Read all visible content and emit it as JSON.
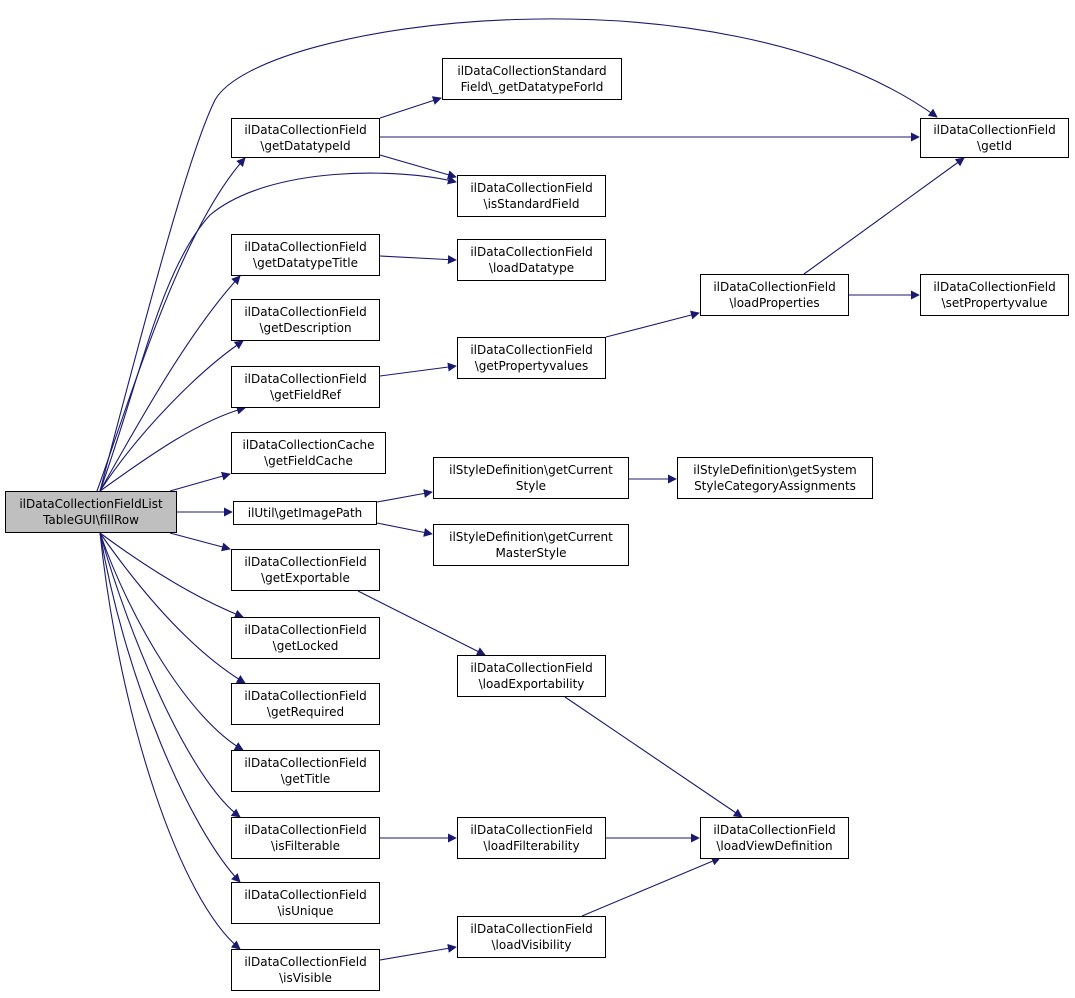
{
  "graph": {
    "edge_color": "#191970",
    "root_fill": "#bfbfbf",
    "nodes": [
      {
        "id": "root",
        "lines": [
          "ilDataCollectionFieldList",
          "TableGUI\\fillRow"
        ]
      },
      {
        "id": "getDatatypeId",
        "lines": [
          "ilDataCollectionField",
          "\\getDatatypeId"
        ]
      },
      {
        "id": "getDatatypeForId",
        "lines": [
          "ilDataCollectionStandard",
          "Field\\_getDatatypeForId"
        ]
      },
      {
        "id": "getId",
        "lines": [
          "ilDataCollectionField",
          "\\getId"
        ]
      },
      {
        "id": "isStandardField",
        "lines": [
          "ilDataCollectionField",
          "\\isStandardField"
        ]
      },
      {
        "id": "getDatatypeTitle",
        "lines": [
          "ilDataCollectionField",
          "\\getDatatypeTitle"
        ]
      },
      {
        "id": "loadDatatype",
        "lines": [
          "ilDataCollectionField",
          "\\loadDatatype"
        ]
      },
      {
        "id": "loadProperties",
        "lines": [
          "ilDataCollectionField",
          "\\loadProperties"
        ]
      },
      {
        "id": "setPropertyvalue",
        "lines": [
          "ilDataCollectionField",
          "\\setPropertyvalue"
        ]
      },
      {
        "id": "getDescription",
        "lines": [
          "ilDataCollectionField",
          "\\getDescription"
        ]
      },
      {
        "id": "getPropertyvalues",
        "lines": [
          "ilDataCollectionField",
          "\\getPropertyvalues"
        ]
      },
      {
        "id": "getFieldRef",
        "lines": [
          "ilDataCollectionField",
          "\\getFieldRef"
        ]
      },
      {
        "id": "getFieldCache",
        "lines": [
          "ilDataCollectionCache",
          "\\getFieldCache"
        ]
      },
      {
        "id": "getCurrentStyle",
        "lines": [
          "ilStyleDefinition\\getCurrent",
          "Style"
        ]
      },
      {
        "id": "getSystemStyle",
        "lines": [
          "ilStyleDefinition\\getSystem",
          "StyleCategoryAssignments"
        ]
      },
      {
        "id": "getImagePath",
        "lines": [
          "ilUtil\\getImagePath"
        ]
      },
      {
        "id": "getCurrentMasterStyle",
        "lines": [
          "ilStyleDefinition\\getCurrent",
          "MasterStyle"
        ]
      },
      {
        "id": "getExportable",
        "lines": [
          "ilDataCollectionField",
          "\\getExportable"
        ]
      },
      {
        "id": "getLocked",
        "lines": [
          "ilDataCollectionField",
          "\\getLocked"
        ]
      },
      {
        "id": "loadExportability",
        "lines": [
          "ilDataCollectionField",
          "\\loadExportability"
        ]
      },
      {
        "id": "getRequired",
        "lines": [
          "ilDataCollectionField",
          "\\getRequired"
        ]
      },
      {
        "id": "getTitle",
        "lines": [
          "ilDataCollectionField",
          "\\getTitle"
        ]
      },
      {
        "id": "isFilterable",
        "lines": [
          "ilDataCollectionField",
          "\\isFilterable"
        ]
      },
      {
        "id": "loadFilterability",
        "lines": [
          "ilDataCollectionField",
          "\\loadFilterability"
        ]
      },
      {
        "id": "loadViewDefinition",
        "lines": [
          "ilDataCollectionField",
          "\\loadViewDefinition"
        ]
      },
      {
        "id": "isUnique",
        "lines": [
          "ilDataCollectionField",
          "\\isUnique"
        ]
      },
      {
        "id": "loadVisibility",
        "lines": [
          "ilDataCollectionField",
          "\\loadVisibility"
        ]
      },
      {
        "id": "isVisible",
        "lines": [
          "ilDataCollectionField",
          "\\isVisible"
        ]
      }
    ],
    "edges": [
      {
        "from": "root",
        "to": "getId"
      },
      {
        "from": "root",
        "to": "getDatatypeId"
      },
      {
        "from": "root",
        "to": "isStandardField"
      },
      {
        "from": "root",
        "to": "getDatatypeTitle"
      },
      {
        "from": "root",
        "to": "getDescription"
      },
      {
        "from": "root",
        "to": "getFieldRef"
      },
      {
        "from": "root",
        "to": "getFieldCache"
      },
      {
        "from": "root",
        "to": "getImagePath"
      },
      {
        "from": "root",
        "to": "getExportable"
      },
      {
        "from": "root",
        "to": "getLocked"
      },
      {
        "from": "root",
        "to": "getRequired"
      },
      {
        "from": "root",
        "to": "getTitle"
      },
      {
        "from": "root",
        "to": "isFilterable"
      },
      {
        "from": "root",
        "to": "isUnique"
      },
      {
        "from": "root",
        "to": "isVisible"
      },
      {
        "from": "getDatatypeId",
        "to": "getDatatypeForId"
      },
      {
        "from": "getDatatypeId",
        "to": "getId"
      },
      {
        "from": "getDatatypeId",
        "to": "isStandardField"
      },
      {
        "from": "getDatatypeTitle",
        "to": "loadDatatype"
      },
      {
        "from": "getFieldRef",
        "to": "getPropertyvalues"
      },
      {
        "from": "getPropertyvalues",
        "to": "loadProperties"
      },
      {
        "from": "loadProperties",
        "to": "getId"
      },
      {
        "from": "loadProperties",
        "to": "setPropertyvalue"
      },
      {
        "from": "getImagePath",
        "to": "getCurrentStyle"
      },
      {
        "from": "getImagePath",
        "to": "getCurrentMasterStyle"
      },
      {
        "from": "getCurrentStyle",
        "to": "getSystemStyle"
      },
      {
        "from": "getExportable",
        "to": "loadExportability"
      },
      {
        "from": "loadExportability",
        "to": "loadViewDefinition"
      },
      {
        "from": "isFilterable",
        "to": "loadFilterability"
      },
      {
        "from": "loadFilterability",
        "to": "loadViewDefinition"
      },
      {
        "from": "isVisible",
        "to": "loadVisibility"
      },
      {
        "from": "loadVisibility",
        "to": "loadViewDefinition"
      }
    ]
  }
}
